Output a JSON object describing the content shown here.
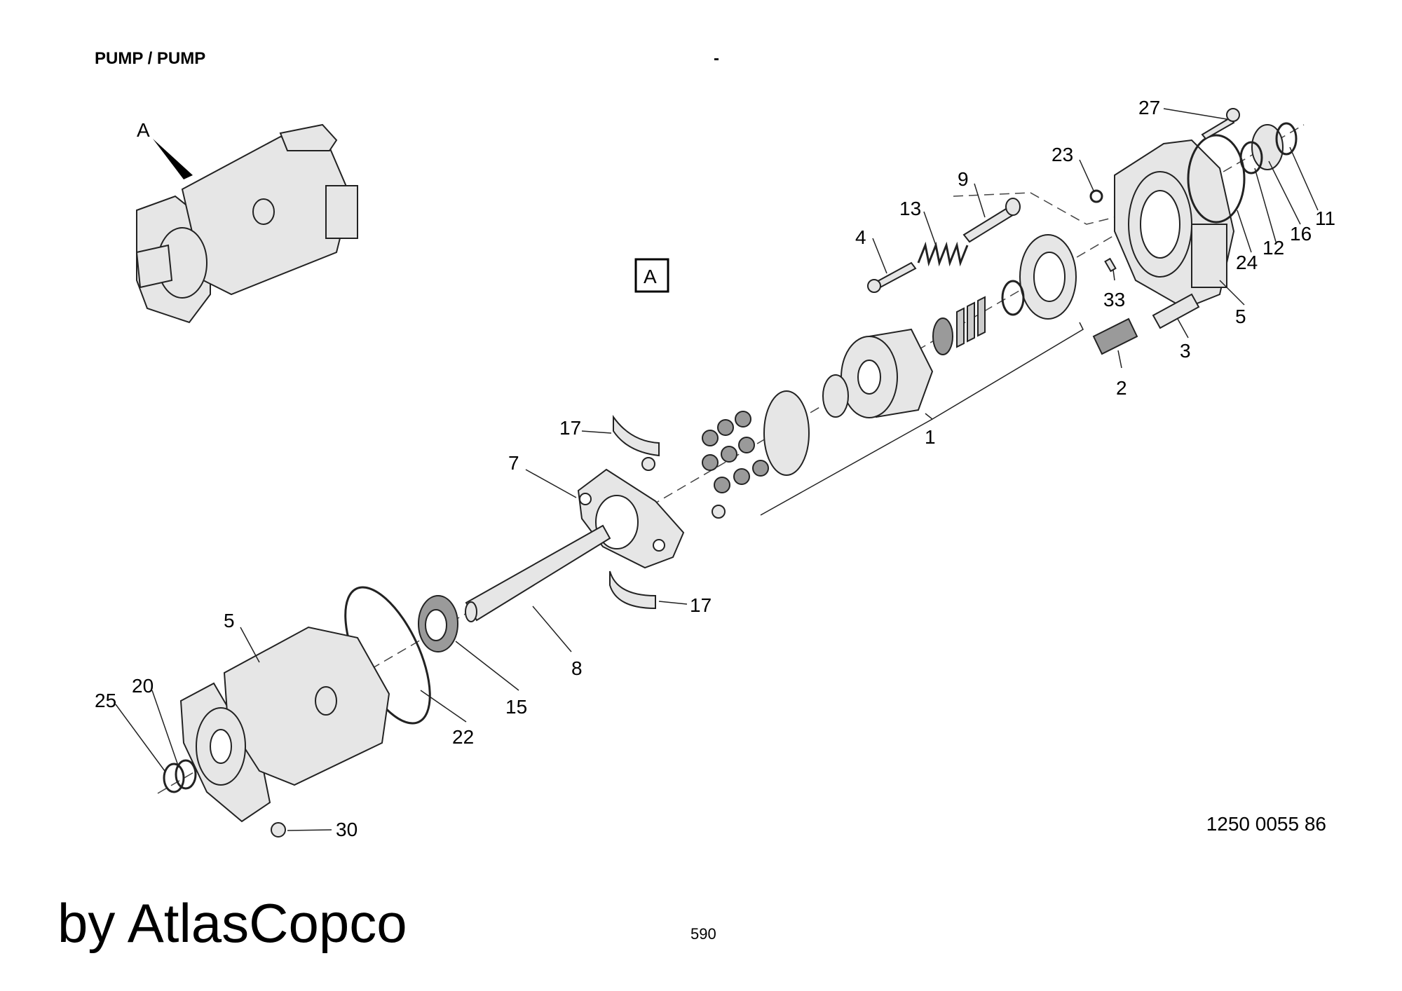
{
  "header": {
    "title": "PUMP / PUMP",
    "separator": "-"
  },
  "view_marker": "A",
  "callout_arrow_label": "A",
  "document_number": "1250 0055 86",
  "brand": "by AtlasCopco",
  "page_number": "590",
  "part_labels": {
    "p27": "27",
    "p23": "23",
    "p9": "9",
    "p13": "13",
    "p4": "4",
    "p11": "11",
    "p16": "16",
    "p12": "12",
    "p24": "24",
    "p5a": "5",
    "p33": "33",
    "p3": "3",
    "p2": "2",
    "p1": "1",
    "p17a": "17",
    "p7": "7",
    "p17b": "17",
    "p8": "8",
    "p15": "15",
    "p22": "22",
    "p5b": "5",
    "p20": "20",
    "p25": "25",
    "p30": "30"
  }
}
